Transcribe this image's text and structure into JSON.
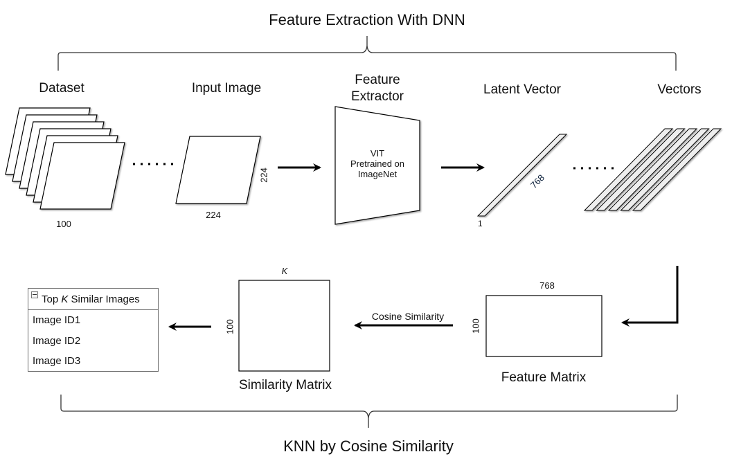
{
  "diagram": {
    "top_brace_title": "Feature Extraction With DNN",
    "bottom_brace_title": "KNN by Cosine Similarity",
    "stages_top": {
      "dataset": {
        "label": "Dataset",
        "count_label": "100",
        "stack_count": 6
      },
      "input_image": {
        "label": "Input Image",
        "width_label": "224",
        "height_label": "224"
      },
      "feature_extractor": {
        "label_line1": "Feature",
        "label_line2": "Extractor",
        "inner_line1": "VIT",
        "inner_line2": "Pretrained on",
        "inner_line3": "ImageNet"
      },
      "latent_vector": {
        "label": "Latent Vector",
        "length_label": "768",
        "width_label": "1"
      },
      "vectors": {
        "label": "Vectors",
        "strip_count": 5
      }
    },
    "stages_bottom": {
      "feature_matrix": {
        "label": "Feature Matrix",
        "cols_label": "768",
        "rows_label": "100"
      },
      "cosine_arrow_label": "Cosine Similarity",
      "similarity_matrix": {
        "label": "Similarity Matrix",
        "cols_label": "K",
        "rows_label": "100"
      },
      "results_list": {
        "title_prefix": "Top ",
        "title_k": "K",
        "title_suffix": " Similar Images",
        "items": [
          "Image ID1",
          "Image ID2",
          "Image ID3"
        ]
      }
    },
    "ellipsis": "......",
    "colors": {
      "stroke": "#000000",
      "vector_fill": "#eeeeee",
      "label_768": "#0b1f3a"
    }
  }
}
